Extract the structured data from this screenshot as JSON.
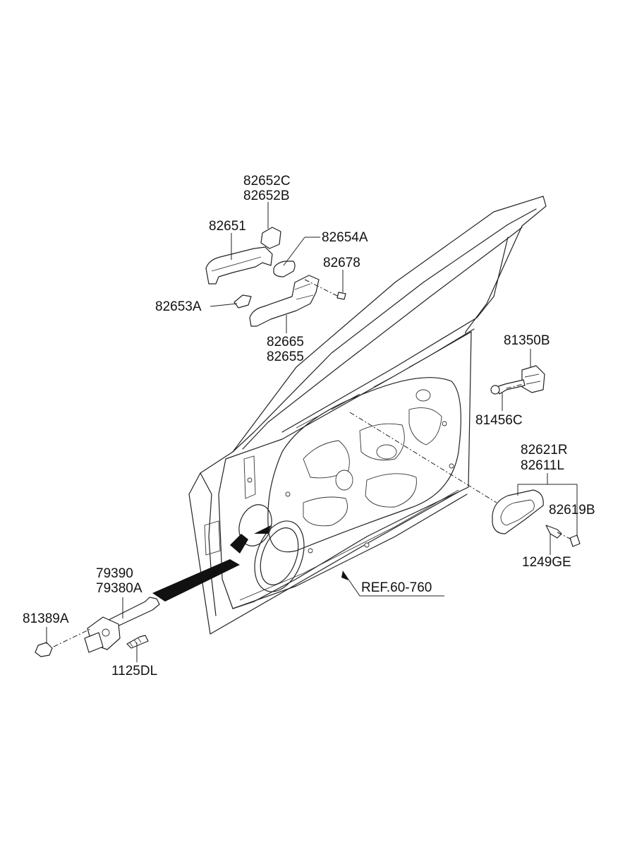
{
  "labels": {
    "p82652C": "82652C",
    "p82652B": "82652B",
    "p82651": "82651",
    "p82654A": "82654A",
    "p82678": "82678",
    "p82653A": "82653A",
    "p82665": "82665",
    "p82655": "82655",
    "p81350B": "81350B",
    "p81456C": "81456C",
    "p82621R": "82621R",
    "p82611L": "82611L",
    "p82619B": "82619B",
    "p1249GE": "1249GE",
    "p79390": "79390",
    "p79380A": "79380A",
    "p81389A": "81389A",
    "p1125DL": "1125DL",
    "ref": "REF.60-760"
  }
}
